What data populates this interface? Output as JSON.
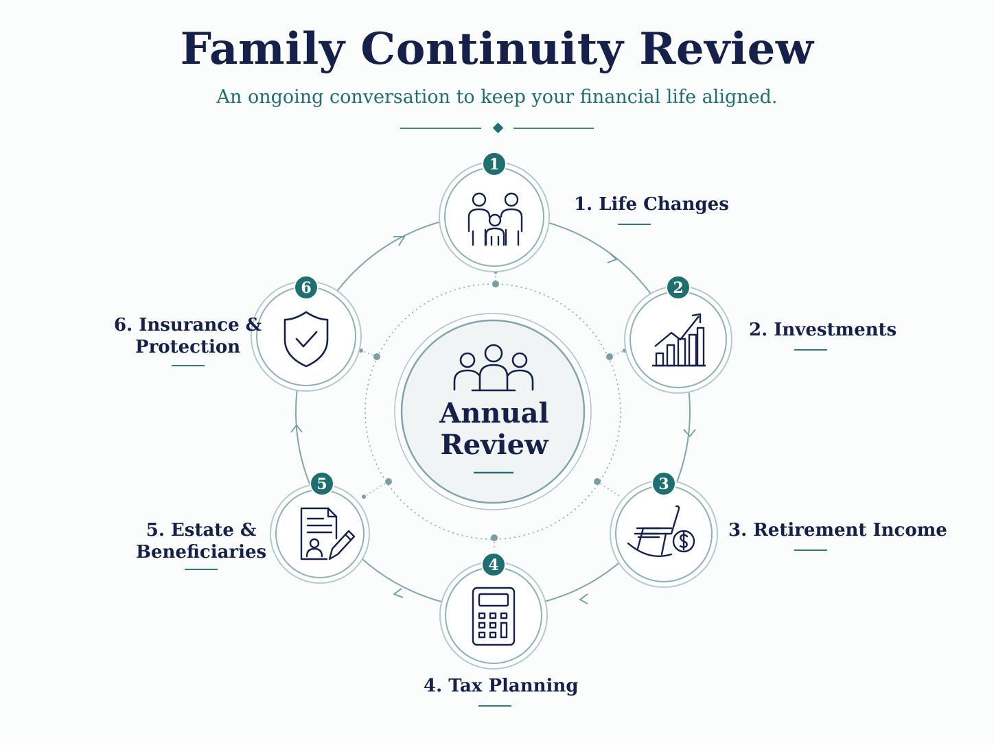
{
  "header": {
    "title": "Family Continuity Review",
    "subtitle": "An ongoing conversation to keep your financial life aligned."
  },
  "center": {
    "line1": "Annual",
    "line2": "Review",
    "icon": "group-people-icon"
  },
  "steps": [
    {
      "number": "1",
      "label": "1. Life Changes",
      "icon": "family-icon"
    },
    {
      "number": "2",
      "label": "2. Investments",
      "icon": "growth-chart-icon"
    },
    {
      "number": "3",
      "label": "3. Retirement Income",
      "icon": "rocking-chair-dollar-icon"
    },
    {
      "number": "4",
      "label": "4. Tax Planning",
      "icon": "calculator-icon"
    },
    {
      "number": "5",
      "label_line1": "5. Estate &",
      "label_line2": "Beneficiaries",
      "icon": "document-signature-icon"
    },
    {
      "number": "6",
      "label_line1": "6. Insurance &",
      "label_line2": "Protection",
      "icon": "shield-check-icon"
    }
  ],
  "colors": {
    "navy": "#16214a",
    "teal": "#1f6f70",
    "ring": "#7fa6aa",
    "background": "#fbfcfc"
  }
}
